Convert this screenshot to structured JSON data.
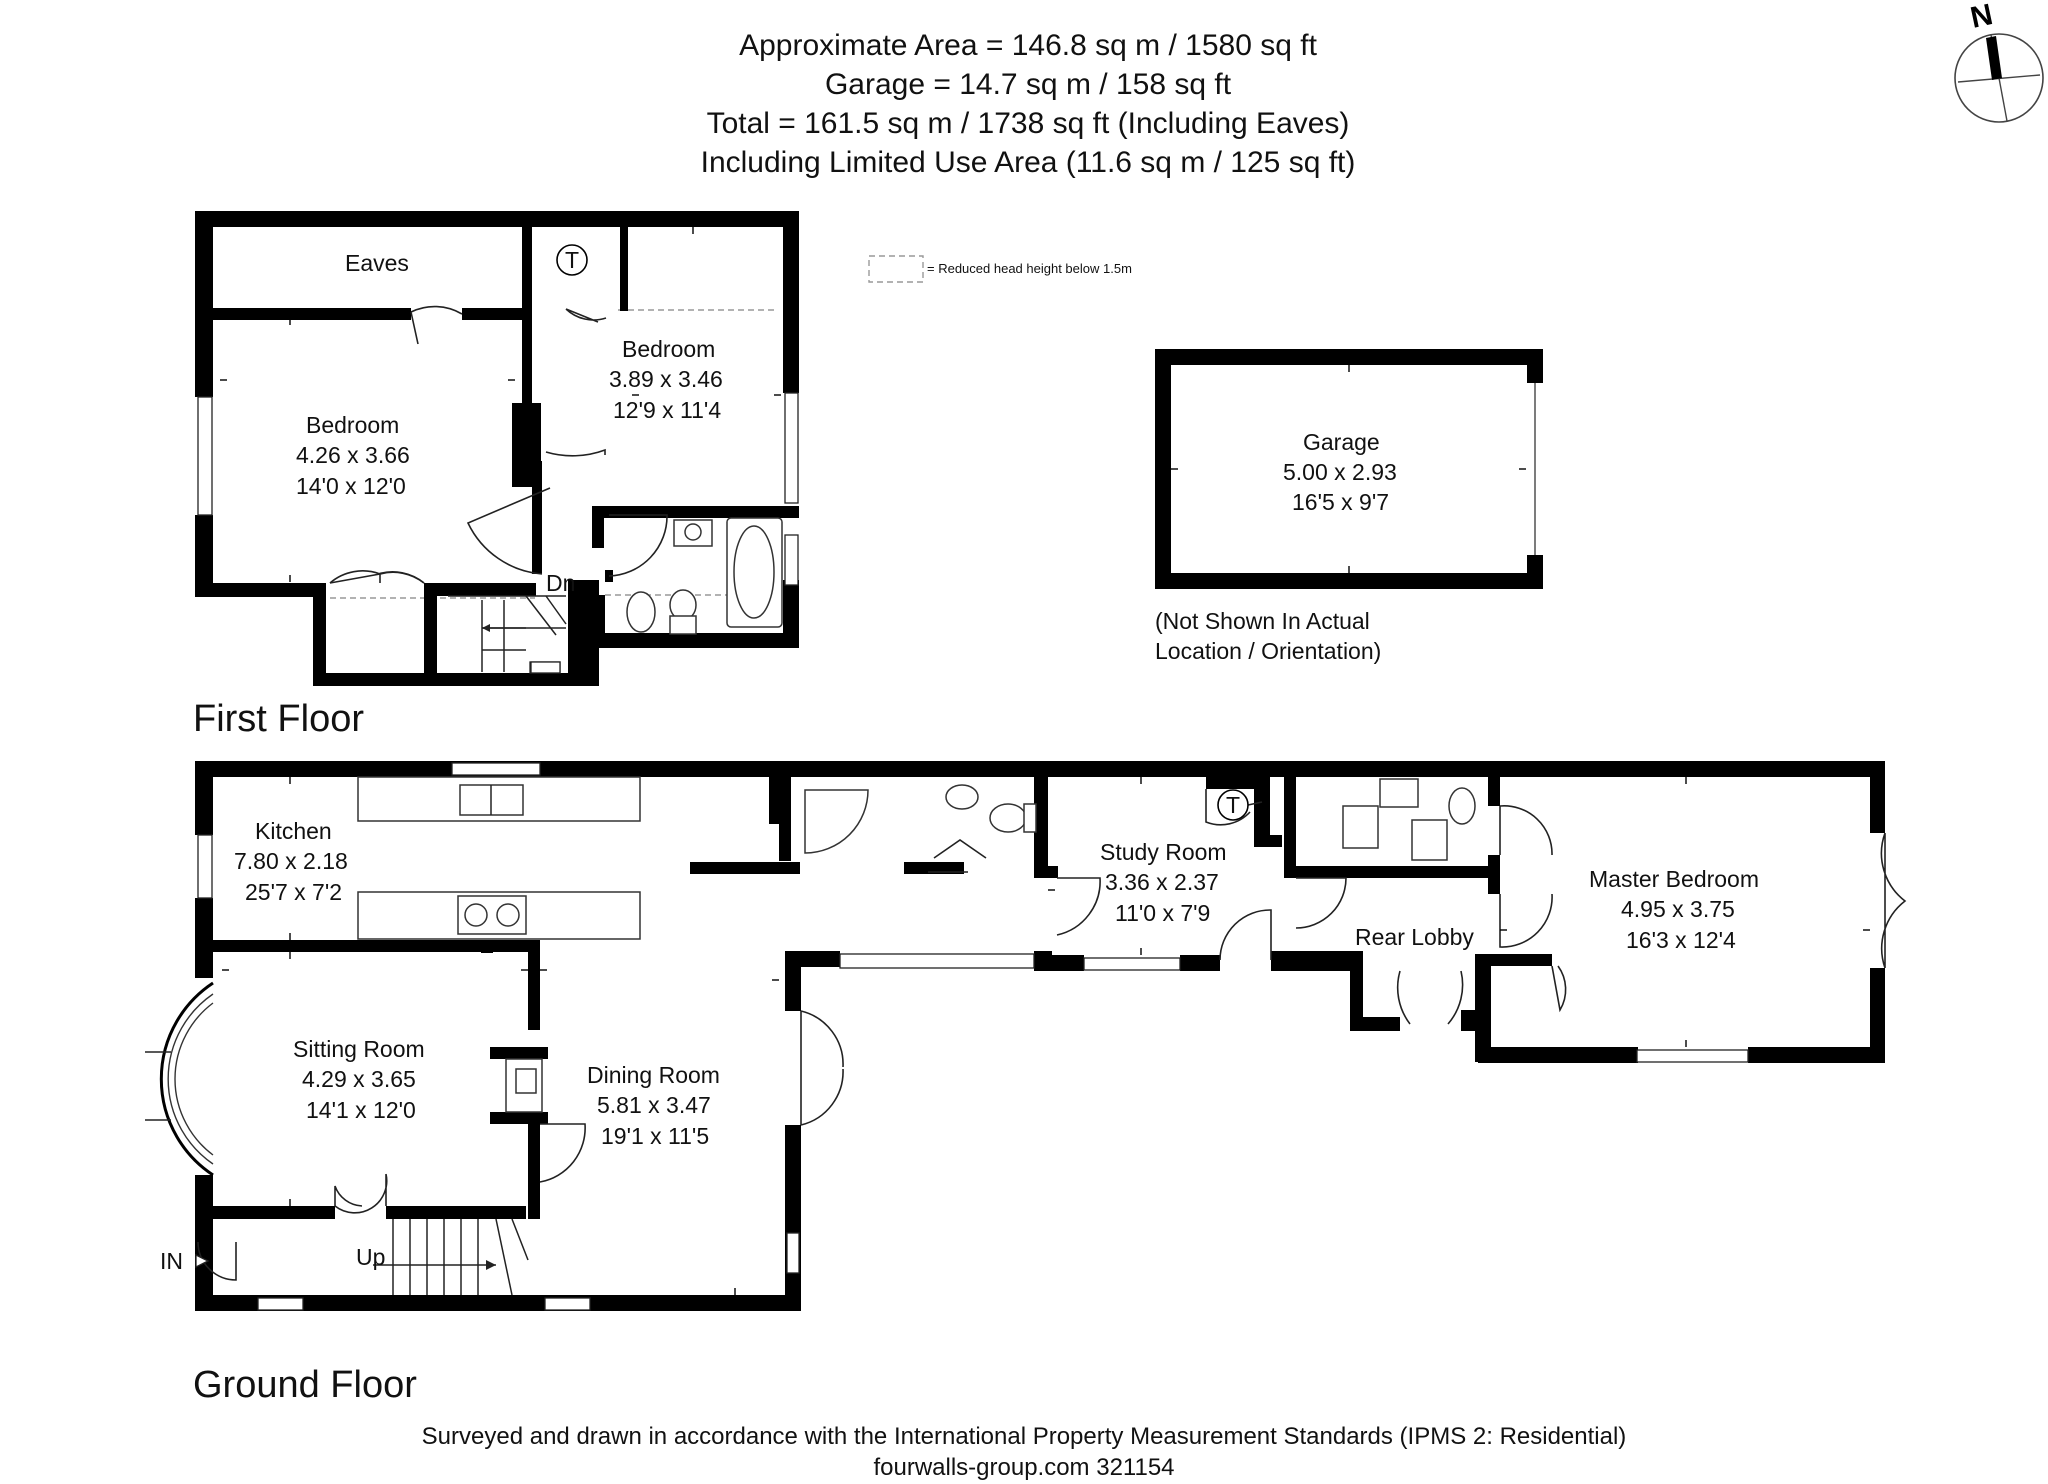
{
  "header": {
    "line1": "Approximate  Area = 146.8 sq m / 1580 sq ft",
    "line2": "Garage = 14.7 sq m / 158 sq ft",
    "line3": "Total = 161.5 sq m / 1738 sq ft  (Including Eaves)",
    "line4": "Including Limited Use Area (11.6 sq m / 125 sq ft)"
  },
  "compass": {
    "label": "N"
  },
  "legend": {
    "text": "= Reduced head height below 1.5m"
  },
  "first_floor": {
    "title": "First Floor",
    "eaves": "Eaves",
    "tank_label": "T",
    "stair_label": "Dn",
    "bedroom_left": {
      "name": "Bedroom",
      "metric": "4.26 x 3.66",
      "imperial": "14'0 x 12'0"
    },
    "bedroom_right": {
      "name": "Bedroom",
      "metric": "3.89 x 3.46",
      "imperial": "12'9 x 11'4"
    }
  },
  "garage": {
    "name": "Garage",
    "metric": "5.00 x 2.93",
    "imperial": "16'5 x 9'7",
    "note_line1": "(Not Shown In Actual",
    "note_line2": "Location / Orientation)"
  },
  "ground_floor": {
    "title": "Ground Floor",
    "entrance_label": "IN",
    "stair_label": "Up",
    "tank_label": "T",
    "kitchen": {
      "name": "Kitchen",
      "metric": "7.80 x 2.18",
      "imperial": "25'7 x 7'2"
    },
    "sitting_room": {
      "name": "Sitting Room",
      "metric": "4.29 x 3.65",
      "imperial": "14'1 x 12'0"
    },
    "dining_room": {
      "name": "Dining Room",
      "metric": "5.81 x 3.47",
      "imperial": "19'1 x 11'5"
    },
    "study_room": {
      "name": "Study Room",
      "metric": "3.36 x 2.37",
      "imperial": "11'0 x 7'9"
    },
    "rear_lobby": {
      "name": "Rear Lobby"
    },
    "master_bedroom": {
      "name": "Master Bedroom",
      "metric": "4.95 x 3.75",
      "imperial": "16'3 x 12'4"
    }
  },
  "footer": {
    "line1": "Surveyed and drawn in accordance with the International Property Measurement Standards (IPMS 2: Residential)",
    "line2": "fourwalls-group.com 321154"
  }
}
